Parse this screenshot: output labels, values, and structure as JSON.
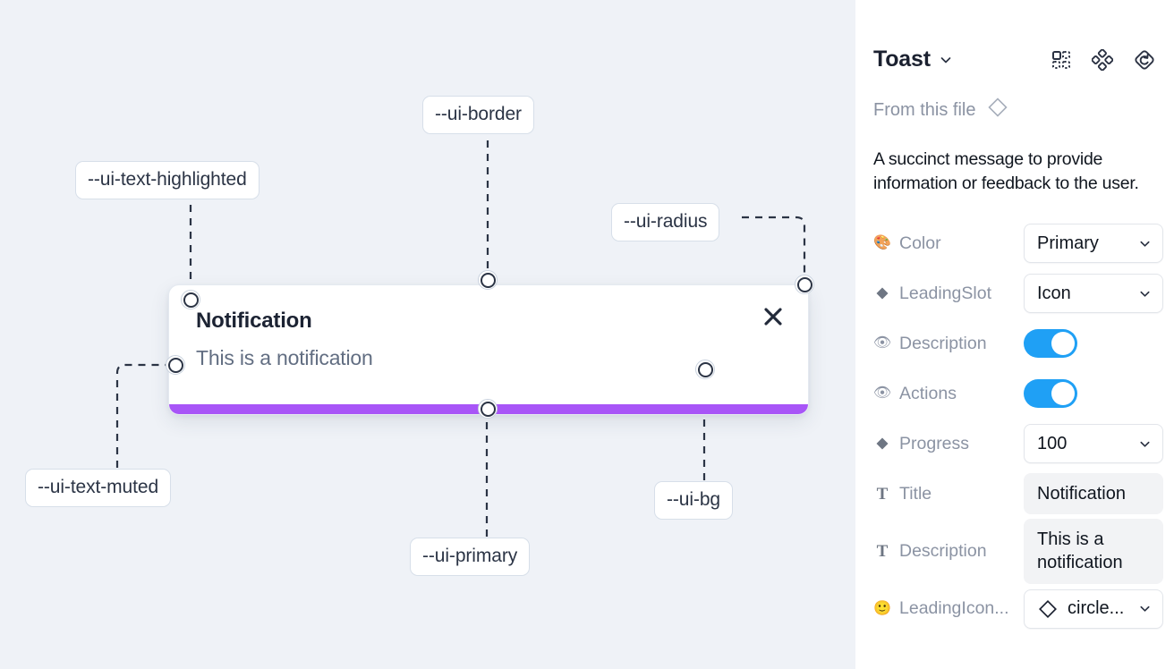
{
  "canvas": {
    "background_color": "#eff2f7",
    "tokens": [
      {
        "label": "--ui-text-highlighted",
        "name": "token-chip-ui-text-highlighted"
      },
      {
        "label": "--ui-border",
        "name": "token-chip-ui-border"
      },
      {
        "label": "--ui-radius",
        "name": "token-chip-ui-radius"
      },
      {
        "label": "--ui-text-muted",
        "name": "token-chip-ui-text-muted"
      },
      {
        "label": "--ui-primary",
        "name": "token-chip-ui-primary"
      },
      {
        "label": "--ui-bg",
        "name": "token-chip-ui-bg"
      }
    ],
    "toast": {
      "title": "Notification",
      "description": "This is a notification",
      "close_icon": "close-icon",
      "progress_color": "#a855f7",
      "background_color": "#ffffff"
    }
  },
  "panel": {
    "title": "Toast",
    "title_caret": "chevron-down-icon",
    "header_icons": [
      {
        "name": "component-grid-icon"
      },
      {
        "name": "component-set-icon"
      },
      {
        "name": "reset-instance-icon"
      }
    ],
    "from_file": {
      "label": "From this file",
      "icon": "diamond-icon"
    },
    "description": "A succinct message to provide information or feedback to the user.",
    "properties": [
      {
        "icon": "palette-emoji",
        "icon_glyph": "🎨",
        "label": "Color",
        "control": "select",
        "value": "Primary"
      },
      {
        "icon": "diamond-icon",
        "label": "LeadingSlot",
        "control": "select",
        "value": "Icon"
      },
      {
        "icon": "eye-emoji",
        "icon_glyph": "👁",
        "label": "Description",
        "control": "toggle",
        "value": "on"
      },
      {
        "icon": "eye-emoji",
        "icon_glyph": "👁",
        "label": "Actions",
        "control": "toggle",
        "value": "on"
      },
      {
        "icon": "diamond-icon",
        "label": "Progress",
        "control": "select",
        "value": "100"
      },
      {
        "icon": "text-icon",
        "icon_glyph": "T",
        "label": "Title",
        "control": "field",
        "value": "Notification"
      },
      {
        "icon": "text-icon",
        "icon_glyph": "T",
        "label": "Description",
        "control": "field",
        "value": "This is a notification"
      },
      {
        "icon": "smiley-emoji",
        "icon_glyph": "🙂",
        "label": "LeadingIcon...",
        "control": "icon-select",
        "value": "circle..."
      }
    ],
    "toggle_on_color": "#1fa0f5"
  }
}
